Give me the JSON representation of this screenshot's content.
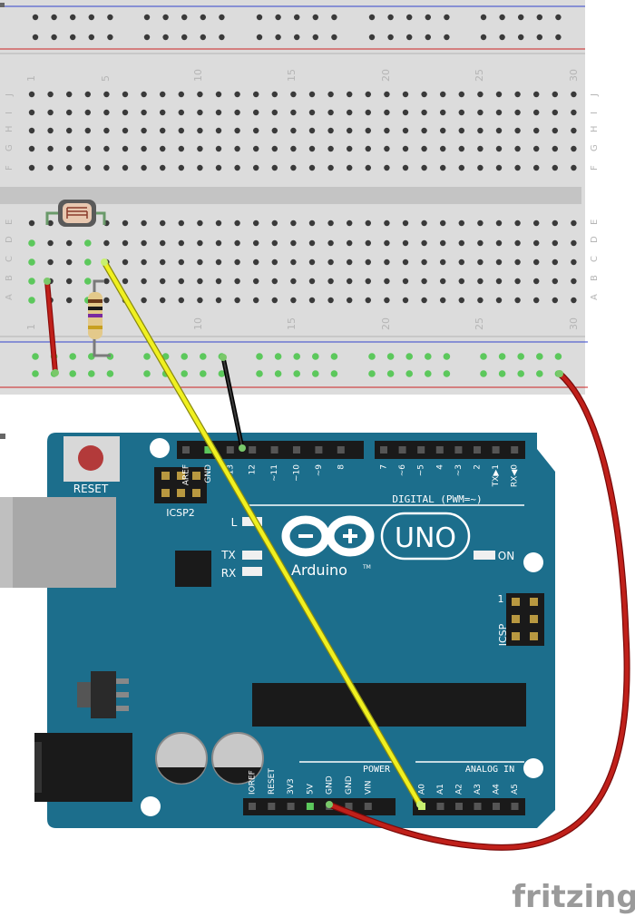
{
  "breadboard": {
    "column_numbers": [
      "1",
      "5",
      "10",
      "15",
      "20",
      "25",
      "30"
    ],
    "row_letters_top": [
      "J",
      "I",
      "H",
      "G",
      "F"
    ],
    "row_letters_bottom": [
      "E",
      "D",
      "C",
      "B",
      "A"
    ]
  },
  "arduino": {
    "reset_label": "RESET",
    "icsp2_label": "ICSP2",
    "icsp_label": "ICSP",
    "icsp_pin1": "1",
    "l_label": "L",
    "tx_label": "TX",
    "rx_label": "RX",
    "on_label": "ON",
    "brand_name": "UNO",
    "brand_sub": "Arduino",
    "brand_tm": "TM",
    "digital_label": "DIGITAL (PWM=~)",
    "digital_pins": [
      "AREF",
      "GND",
      "13",
      "12",
      "~11",
      "~10",
      "~9",
      "8",
      "7",
      "~6",
      "~5",
      "4",
      "~3",
      "2",
      "TX▶1",
      "RX◀0"
    ],
    "power_label": "POWER",
    "power_pins": [
      "IOREF",
      "RESET",
      "3V3",
      "5V",
      "GND",
      "GND",
      "VIN"
    ],
    "analog_label": "ANALOG IN",
    "analog_pins": [
      "A0",
      "A1",
      "A2",
      "A3",
      "A4",
      "A5"
    ]
  },
  "components": {
    "photoresistor": "photoresistor",
    "resistor": "resistor"
  },
  "wires": [
    {
      "name": "5V to power rail",
      "color": "#b30f0f"
    },
    {
      "name": "GND to ground rail",
      "color": "#1a1a1a"
    },
    {
      "name": "sensor junction to A0",
      "color": "#e6e61a"
    },
    {
      "name": "breadboard rail jumper",
      "color": "#b30f0f"
    }
  ],
  "colors": {
    "board": "#1c6e8c",
    "breadboard": "#dcdcdc",
    "rail_blue": "#3344cc",
    "rail_red": "#cc2222"
  },
  "watermark": "fritzing"
}
